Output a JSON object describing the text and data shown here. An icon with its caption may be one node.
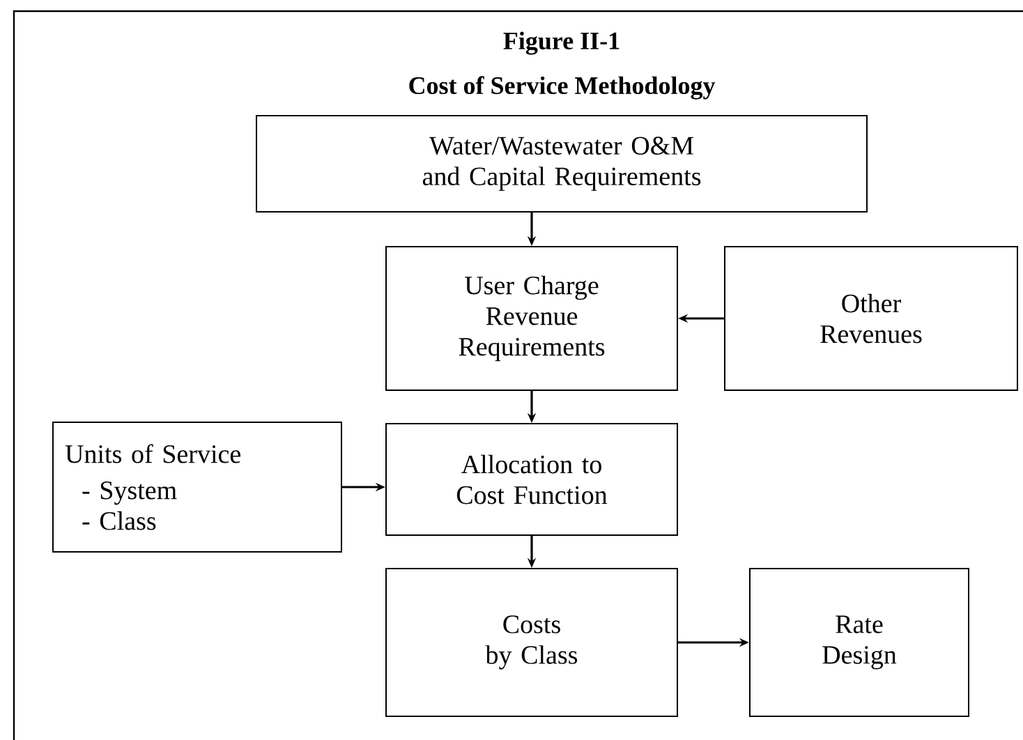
{
  "diagram": {
    "title": "Figure II-1",
    "nodes": [
      {
        "text": [
          "Water/Wastewater O&M and Capital Requirements"
        ]
      },
      {
        "text": [
          "User Charge Revenue Requirements"
        ]
      },
      {
        "text": [
          "Other Revenues"
        ]
      },
      {
        "text": [
          "Units of Service",
          "- System",
          "- Class"
        ]
      },
      {
        "text": [
          "Allocation to Cost Function"
        ]
      },
      {
        "text": [
          "Costs by Class"
        ]
      },
      {
        "text": [
          "Rate Design"
        ]
      }
    ],
    "edges": [
      {
        "from": 0,
        "to": 1,
        "arrow": "to"
      },
      {
        "from": 2,
        "to": 1,
        "arrow": "to"
      },
      {
        "from": 1,
        "to": 4,
        "arrow": "to"
      },
      {
        "from": 3,
        "to": 4,
        "arrow": "to"
      },
      {
        "from": 4,
        "to": 5,
        "arrow": "to"
      },
      {
        "from": 5,
        "to": 6,
        "arrow": "to"
      }
    ],
    "labels": [
      "Cost of Service Methodology"
    ]
  }
}
